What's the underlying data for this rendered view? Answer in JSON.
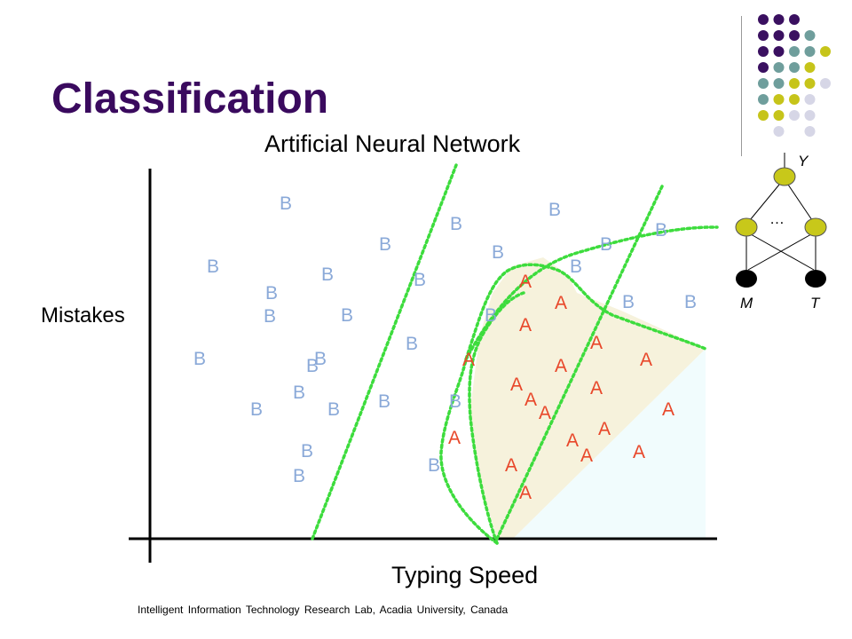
{
  "slide": {
    "title": "Classification",
    "footer": "Intelligent  Information Technology Research Lab,   Acadia University, Canada"
  },
  "diagram": {
    "title": "Artificial Neural Network",
    "x_axis_label": "Typing Speed",
    "y_axis_label": "Mistakes",
    "class_b_label": "B",
    "class_a_label": "A",
    "class_b_color": "#8aa9d8",
    "class_a_color": "#e8472a",
    "boundary_color": "#3ddc3d",
    "region_a_color": "#f6f2dc",
    "region_b_color": "#f1fcfd"
  },
  "network": {
    "output_label": "Y",
    "hidden_label": "…",
    "input_labels": [
      "M",
      "T"
    ],
    "hidden_node_color": "#c8c81a",
    "input_node_color": "#000000"
  },
  "decor": {
    "dot_colors": [
      "#3a1060",
      "#6f9e9c",
      "#c6c41a",
      "#d6d6e6"
    ]
  }
}
